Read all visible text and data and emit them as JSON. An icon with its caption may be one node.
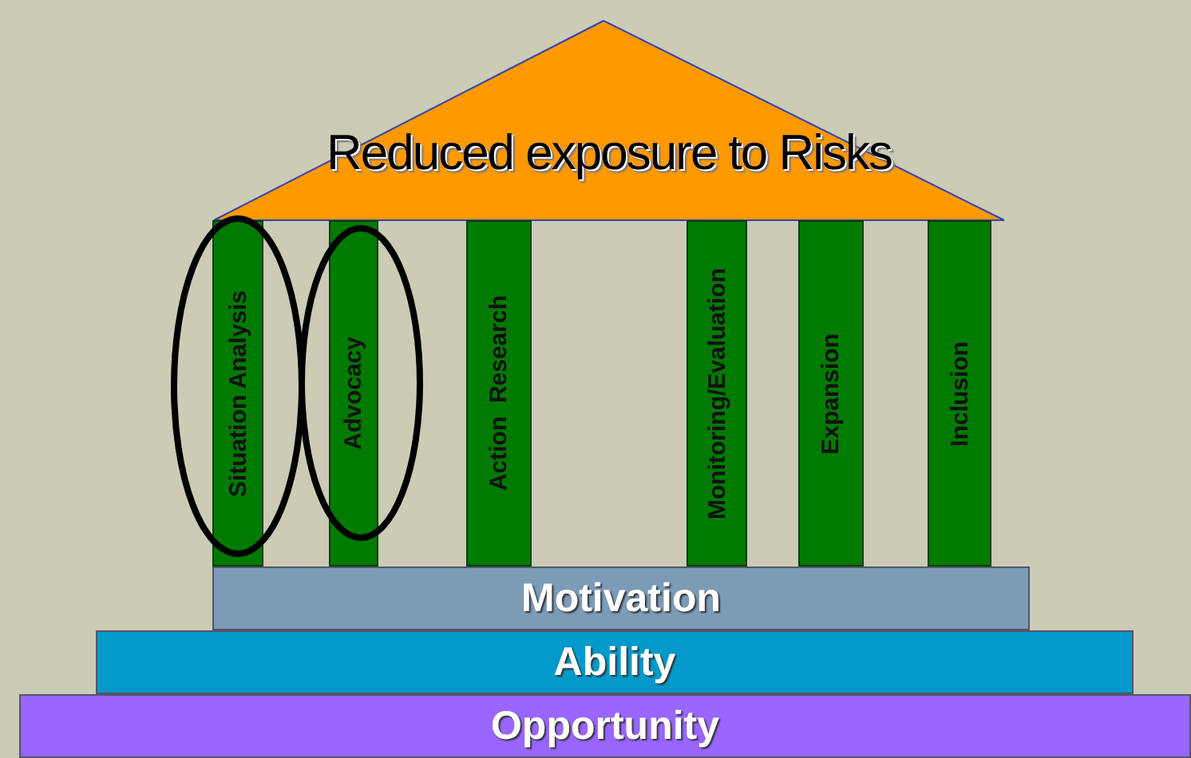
{
  "diagram": {
    "nodes": [
      {
        "text": [
          "Reduced exposure to Risks"
        ]
      },
      {
        "text": [
          "Situation Analysis"
        ]
      },
      {
        "text": [
          "Advocacy"
        ]
      },
      {
        "text": [
          "Action  Research"
        ]
      },
      {
        "text": [
          "Monitoring/Evaluation"
        ]
      },
      {
        "text": [
          "Expansion"
        ]
      },
      {
        "text": [
          "Inclusion"
        ]
      },
      {
        "text": [
          "Motivation"
        ]
      },
      {
        "text": [
          "Ability"
        ]
      },
      {
        "text": [
          "Opportunity"
        ]
      }
    ]
  }
}
